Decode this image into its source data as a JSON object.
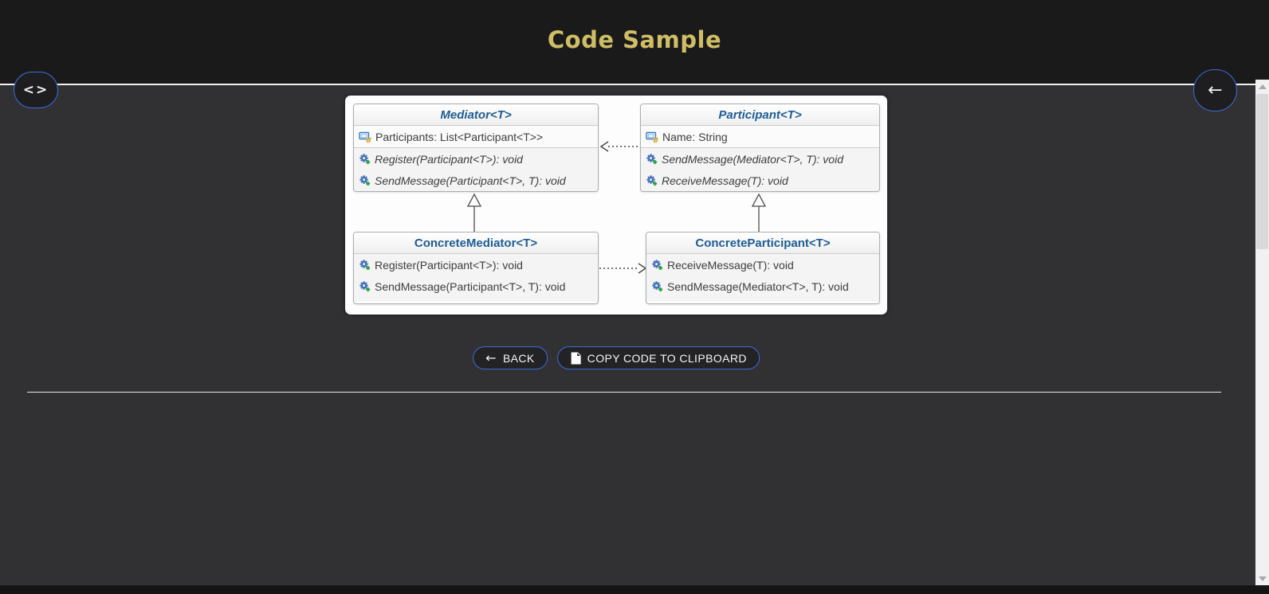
{
  "header": {
    "title": "Code Sample"
  },
  "icons": {
    "code_toggle_glyph": "<>",
    "back_arrow_glyph": "←",
    "copy_document": "page-with-folded-corner",
    "property_icon": "field-window-hash",
    "method_icon": "gear-with-plus"
  },
  "colors": {
    "header_bg": "#1a1a1b",
    "body_bg": "#313133",
    "title_gold": "#d0be66",
    "accent_blue": "#3c6cd7",
    "class_title_blue": "#1d5c95",
    "panel_white": "#fdfdfd"
  },
  "diagram": {
    "classes": [
      {
        "name": "Mediator<T>",
        "abstract": true,
        "properties": [
          {
            "text": "Participants: List<Participant<T>>"
          }
        ],
        "methods": [
          {
            "text": "Register(Participant<T>): void"
          },
          {
            "text": "SendMessage(Participant<T>, T): void"
          }
        ]
      },
      {
        "name": "Participant<T>",
        "abstract": true,
        "properties": [
          {
            "text": "Name: String"
          }
        ],
        "methods": [
          {
            "text": "SendMessage(Mediator<T>, T): void"
          },
          {
            "text": "ReceiveMessage(T): void"
          }
        ]
      },
      {
        "name": "ConcreteMediator<T>",
        "abstract": false,
        "methods": [
          {
            "text": "Register(Participant<T>): void"
          },
          {
            "text": "SendMessage(Participant<T>, T): void"
          }
        ]
      },
      {
        "name": "ConcreteParticipant<T>",
        "abstract": false,
        "methods": [
          {
            "text": "ReceiveMessage(T): void"
          },
          {
            "text": "SendMessage(Mediator<T>, T): void"
          }
        ]
      }
    ],
    "relations": [
      {
        "from": "ConcreteMediator<T>",
        "to": "Mediator<T>",
        "type": "inheritance"
      },
      {
        "from": "ConcreteParticipant<T>",
        "to": "Participant<T>",
        "type": "inheritance"
      },
      {
        "from": "Participant<T>",
        "to": "Mediator<T>",
        "type": "dependency"
      },
      {
        "from": "ConcreteMediator<T>",
        "to": "ConcreteParticipant<T>",
        "type": "dependency"
      }
    ]
  },
  "actions": {
    "back_label": "BACK",
    "copy_label": "COPY CODE TO CLIPBOARD"
  }
}
